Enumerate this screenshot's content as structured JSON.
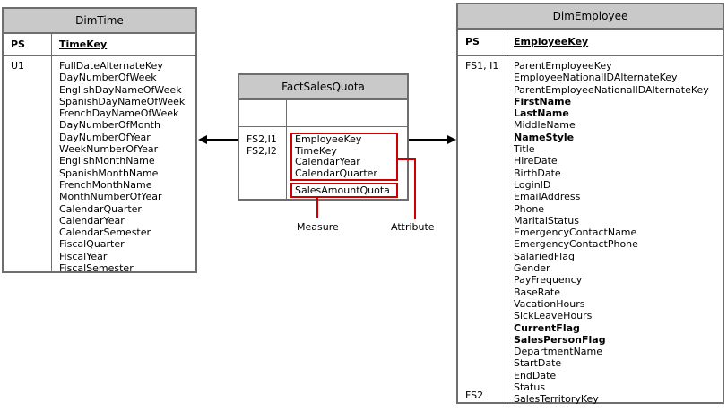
{
  "diagram": {
    "colors": {
      "header_bg": "#c9c9c9",
      "table_border": "#6e6e6e",
      "highlight_red": "#cc0000",
      "arrow_black": "#000000"
    },
    "dimtime": {
      "title": "DimTime",
      "key_label": "PS",
      "key_field": "TimeKey",
      "body_key": "U1",
      "fields": [
        "FullDateAlternateKey",
        "DayNumberOfWeek",
        "EnglishDayNameOfWeek",
        "SpanishDayNameOfWeek",
        "FrenchDayNameOfWeek",
        "DayNumberOfMonth",
        "DayNumberOfYear",
        "WeekNumberOfYear",
        "EnglishMonthName",
        "SpanishMonthName",
        "FrenchMonthName",
        "MonthNumberOfYear",
        "CalendarQuarter",
        "CalendarYear",
        "CalendarSemester",
        "FiscalQuarter",
        "FiscalYear",
        "FiscalSemester"
      ],
      "bold_fields": []
    },
    "fact": {
      "title": "FactSalesQuota",
      "left_key_1": "FS2,I1",
      "left_key_2": "FS2,I2",
      "attribute_fields": [
        "EmployeeKey",
        "TimeKey",
        "CalendarYear",
        "CalendarQuarter"
      ],
      "measure_fields": [
        "SalesAmountQuota"
      ],
      "bold_fields": []
    },
    "dimemployee": {
      "title": "DimEmployee",
      "key_label": "PS",
      "key_field": "EmployeeKey",
      "body_key_top": "FS1, I1",
      "body_key_bottom": "FS2",
      "fields": [
        "ParentEmployeeKey",
        "EmployeeNationalIDAlternateKey",
        "ParentEmployeeNationalIDAlternateKey",
        "FirstName",
        "LastName",
        "MiddleName",
        "NameStyle",
        "Title",
        "HireDate",
        "BirthDate",
        "LoginID",
        "EmailAddress",
        "Phone",
        "MaritalStatus",
        "EmergencyContactName",
        "EmergencyContactPhone",
        "SalariedFlag",
        "Gender",
        "PayFrequency",
        "BaseRate",
        "VacationHours",
        "SickLeaveHours",
        "CurrentFlag",
        "SalesPersonFlag",
        "DepartmentName",
        "StartDate",
        "EndDate",
        "Status",
        "SalesTerritoryKey"
      ],
      "bold_fields": [
        "FirstName",
        "LastName",
        "NameStyle",
        "CurrentFlag",
        "SalesPersonFlag"
      ]
    },
    "annotations": {
      "measure_label": "Measure",
      "attribute_label": "Attribute"
    }
  }
}
